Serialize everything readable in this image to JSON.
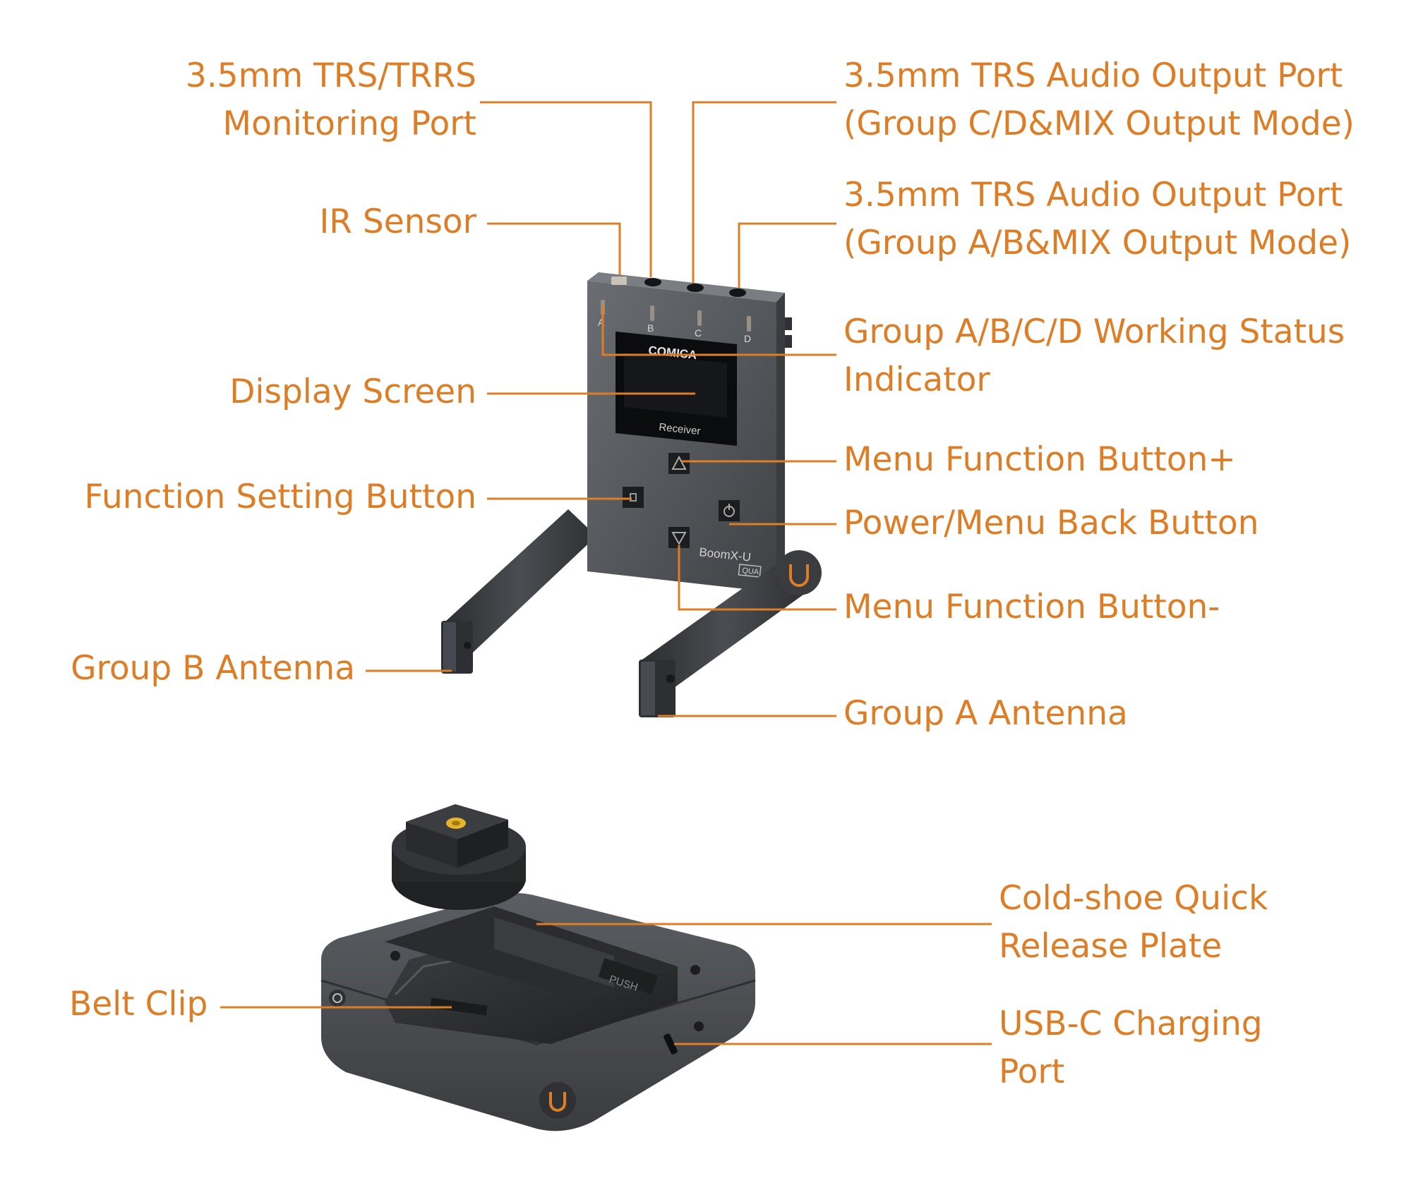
{
  "colors": {
    "accent": "#dd7e27",
    "device_body": "#54575b",
    "device_dark": "#2a2c2f",
    "screen": "#0b0c0d",
    "background": "#ffffff"
  },
  "device": {
    "brand_logo_text": "COMICA",
    "screen_text": "Receiver",
    "model_text": "BoomX-U",
    "model_badge": "QUA",
    "clip_push_text": "PUSH",
    "indicator_letters": [
      "A",
      "B",
      "C",
      "D"
    ]
  },
  "labels": {
    "monitoring_port": "3.5mm TRS/TRRS\nMonitoring Port",
    "ir_sensor": "IR Sensor",
    "display_screen": "Display Screen",
    "function_setting_button": "Function Setting Button",
    "group_b_antenna": "Group B Antenna",
    "output_port_cd": "3.5mm TRS Audio Output Port\n(Group C/D&MIX Output Mode)",
    "output_port_ab": "3.5mm TRS Audio Output Port\n(Group A/B&MIX Output Mode)",
    "status_indicator": "Group A/B/C/D Working Status\nIndicator",
    "menu_button_plus": "Menu Function Button+",
    "power_menu_back_button": "Power/Menu Back Button",
    "menu_button_minus": "Menu Function Button-",
    "group_a_antenna": "Group A Antenna",
    "belt_clip": "Belt Clip",
    "cold_shoe_plate": "Cold-shoe Quick\nRelease Plate",
    "usbc_port": "USB-C Charging\nPort"
  }
}
